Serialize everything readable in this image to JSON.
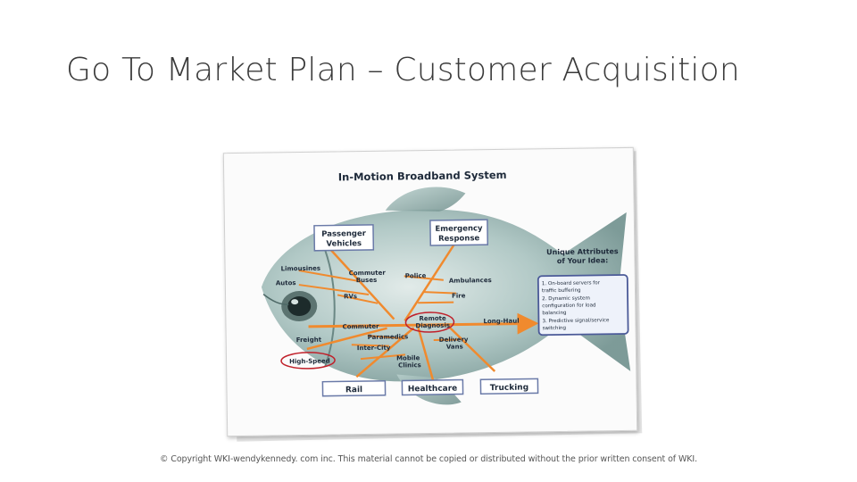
{
  "slide": {
    "title": "Go To Market Plan – Customer Acquisition",
    "copyright": "© Copyright WKI-wendykennedy. com inc. This material cannot be copied or distributed without the prior written consent of WKI."
  },
  "diagram": {
    "title": "In-Motion Broadband System",
    "top_categories": {
      "passenger": [
        "Passenger",
        "Vehicles"
      ],
      "emergency": [
        "Emergency",
        "Response"
      ]
    },
    "bottom_categories": {
      "rail": "Rail",
      "healthcare": "Healthcare",
      "trucking": "Trucking"
    },
    "labels": {
      "limousines": "Limousines",
      "autos": "Autos",
      "commuter_buses": [
        "Commuter",
        "Buses"
      ],
      "rvs": "RVs",
      "police": "Police",
      "ambulances": "Ambulances",
      "fire": "Fire",
      "commuter": "Commuter",
      "paramedics": "Paramedics",
      "remote_diagnosis": [
        "Remote",
        "Diagnosis"
      ],
      "long_haul": "Long-Haul",
      "freight": "Freight",
      "intercity": "Inter-City",
      "delivery_vans": [
        "Delivery",
        "Vans"
      ],
      "high_speed": "High-Speed",
      "mobile_clinics": [
        "Mobile",
        "Clinics"
      ]
    },
    "attributes": {
      "heading": [
        "Unique Attributes",
        "of Your Idea:"
      ],
      "lines": [
        "1. On-board servers for",
        "    traffic buffering",
        "2. Dynamic system",
        "    configuration for load",
        "    balancing",
        "3. Predictive signal/service",
        "    switching"
      ]
    },
    "colors": {
      "arrow": "#f08a2e",
      "box_border": "#6a7aa8",
      "highlight": "#c0202a",
      "fish": "#8fb3b0",
      "text": "#1e2a3a"
    }
  }
}
